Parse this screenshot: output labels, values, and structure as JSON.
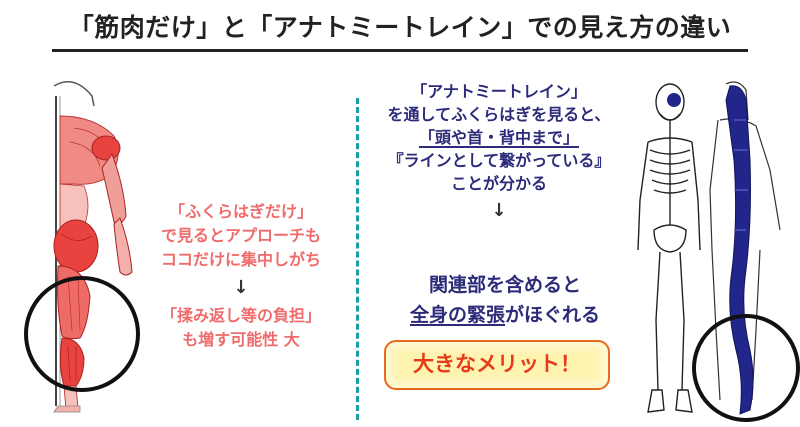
{
  "title": "「筋肉だけ」と「アナトミートレイン」での見え方の違い",
  "left": {
    "line1": "「ふくらはぎだけ」",
    "line2": "で見るとアプローチも",
    "line3": "ココだけに集中しがち",
    "arrow": "↓",
    "line4": "「揉み返し等の負担」",
    "line5": "も増す可能性 大"
  },
  "right": {
    "line1": "「アナトミートレイン」",
    "line2": "を通してふくらはぎを見ると、",
    "line3": "「頭や首・背中まで」",
    "line4": "『ラインとして繋がっている』",
    "line5": "ことが分かる",
    "arrow": "↓",
    "main1": "関連部を含めると",
    "main2_a": "全身の緊張",
    "main2_b": "がほぐれる",
    "merit": "大きなメリット！"
  },
  "colors": {
    "left_text": "#f06b6b",
    "right_text": "#2b2b7a",
    "divider": "#1a9e9e",
    "muscle": "#e8433f",
    "line_blue": "#22268a",
    "merit_border": "#e76b1b",
    "merit_bg": "#fff3b0",
    "merit_text": "#e63a1a"
  }
}
